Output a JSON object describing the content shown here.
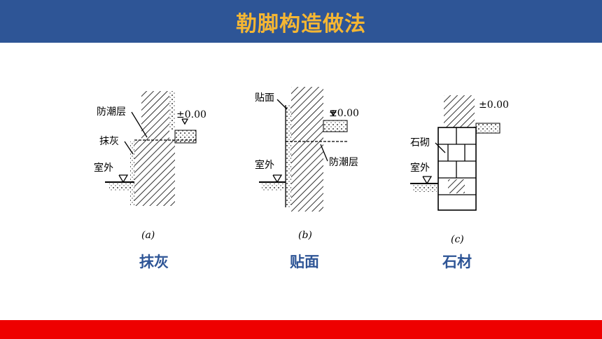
{
  "header": {
    "title": "勒脚构造做法"
  },
  "figures": [
    {
      "sublabel": "(a)",
      "caption": "抹灰",
      "labels": {
        "damp": "防潮层",
        "level": "±0.00",
        "finish": "抹灰",
        "outside": "室外"
      }
    },
    {
      "sublabel": "(b)",
      "caption": "贴面",
      "labels": {
        "finish": "贴面",
        "level": "±0.00",
        "damp": "防潮层",
        "outside": "室外"
      }
    },
    {
      "sublabel": "(c)",
      "caption": "石材",
      "labels": {
        "level": "±0.00",
        "finish": "石砌",
        "outside": "室外"
      }
    }
  ],
  "colors": {
    "header_bg": "#2e5596",
    "title": "#f5b633",
    "caption": "#2e5596",
    "footer": "#ee0000"
  }
}
